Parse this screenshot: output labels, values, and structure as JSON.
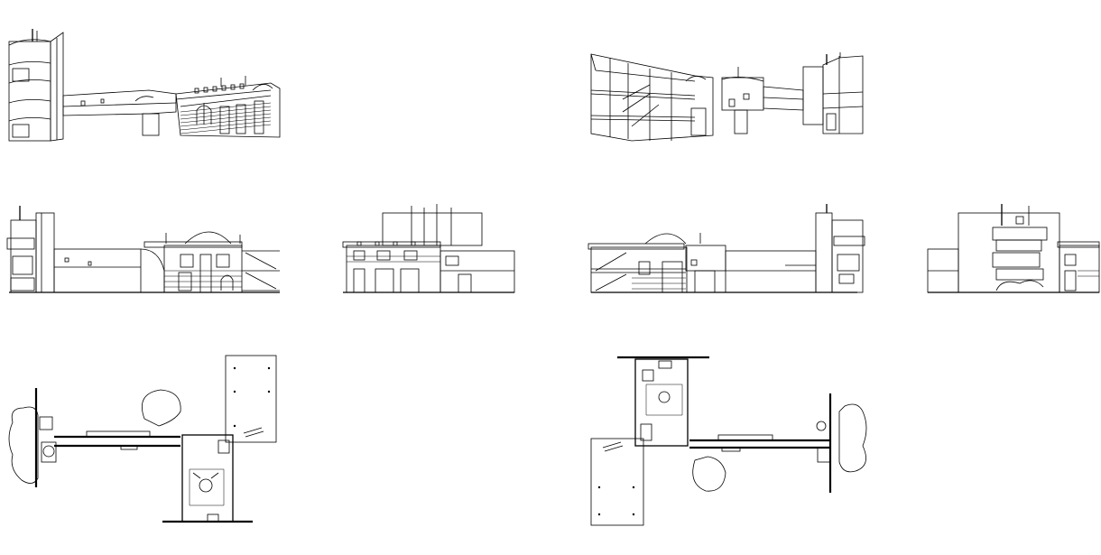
{
  "sheet": {
    "background": "#ffffff",
    "ink": "#000000"
  },
  "views": [
    {
      "id": "perspective-northwest",
      "kind": "axonometric"
    },
    {
      "id": "perspective-southeast",
      "kind": "axonometric"
    },
    {
      "id": "elevation-south",
      "kind": "elevation"
    },
    {
      "id": "elevation-east",
      "kind": "elevation"
    },
    {
      "id": "elevation-north",
      "kind": "elevation"
    },
    {
      "id": "elevation-west",
      "kind": "elevation"
    },
    {
      "id": "plan-ground",
      "kind": "floor-plan"
    },
    {
      "id": "plan-ground-mirrored",
      "kind": "floor-plan"
    }
  ]
}
